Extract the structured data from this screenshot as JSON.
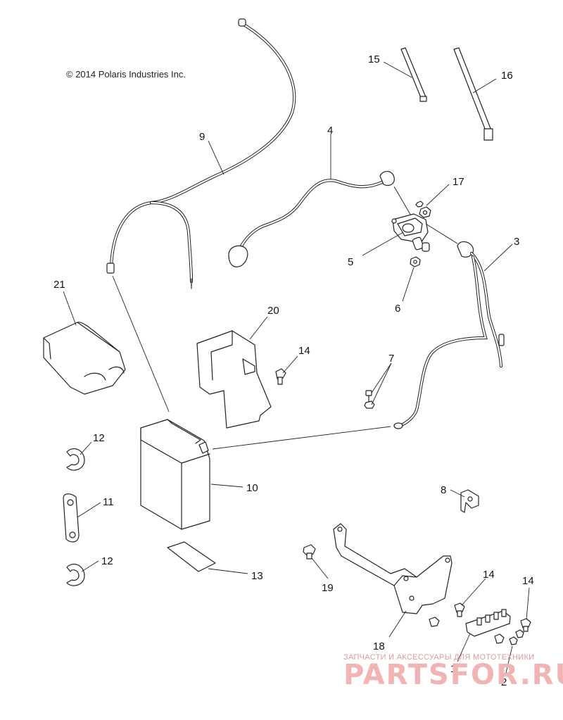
{
  "copyright": "© 2014 Polaris Industries Inc.",
  "callouts": {
    "c1": "1",
    "c2": "2",
    "c3": "3",
    "c4": "4",
    "c5": "5",
    "c6": "6",
    "c7": "7",
    "c8": "8",
    "c9": "9",
    "c10": "10",
    "c11": "11",
    "c12a": "12",
    "c12b": "12",
    "c13": "13",
    "c14a": "14",
    "c14b": "14",
    "c14c": "14",
    "c15": "15",
    "c16": "16",
    "c17": "17",
    "c18": "18",
    "c19": "19",
    "c20": "20",
    "c21": "21"
  },
  "watermark": {
    "subtitle": "ЗАПЧАСТИ И АКСЕССУАРЫ ДЛЯ МОТОТЕХНИКИ",
    "brand": "PARTSFOR.RU"
  }
}
